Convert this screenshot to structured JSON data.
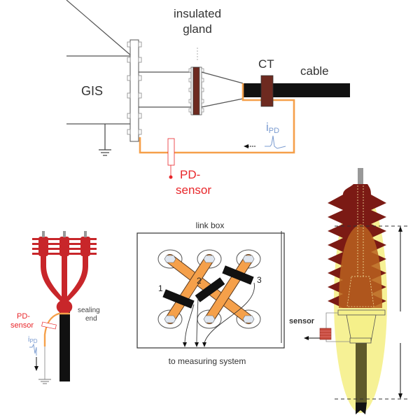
{
  "top_diagram": {
    "label_insulated": "insulated",
    "label_gland": "gland",
    "label_ct": "CT",
    "label_cable": "cable",
    "label_gis": "GIS",
    "label_ipd_main": "i",
    "label_ipd_sub": "PD",
    "label_pd": "PD-",
    "label_sensor": "sensor"
  },
  "sealing_end": {
    "label_sealing": "sealing",
    "label_end": "end",
    "label_pd": "PD-",
    "label_sensor": "sensor",
    "label_ipd_main": "i",
    "label_ipd_sub": "PD"
  },
  "link_box": {
    "title": "link box",
    "numbers": [
      "1",
      "2",
      "3"
    ],
    "footer": "to measuring system"
  },
  "termination": {
    "label_sensor": "sensor"
  },
  "colors": {
    "orange": "#f5a04a",
    "dark_red": "#7b1a14",
    "red": "#c8262a",
    "sensor_red": "#e8262a",
    "ipd_blue": "#7a9bd0",
    "yellow": "#f5f08a",
    "brown_orange": "#b8621e",
    "cable_black": "#111111"
  }
}
